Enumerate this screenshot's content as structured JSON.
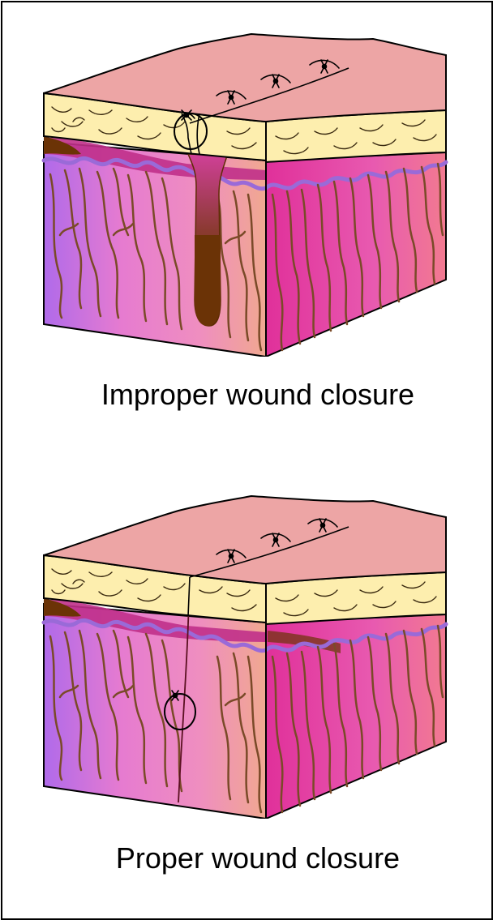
{
  "diagrams": [
    {
      "caption": "Improper wound closure",
      "variant": "improper",
      "sutures": 4,
      "highlight": "circle-at-surface"
    },
    {
      "caption": "Proper wound closure",
      "variant": "proper",
      "sutures": 4,
      "highlight": "circle-deep-stitch"
    }
  ],
  "colors": {
    "epidermis_top": "#eda5a5",
    "fat_layer": "#fdeeae",
    "dermis_pink": "#e67bd0",
    "dermis_magenta": "#e0309a",
    "dermis_peach": "#f0a890",
    "dermis_purple": "#b06aea",
    "basement_line": "#9a6ad8",
    "hair_lines": "#7a4a28",
    "wound_gap": "#6b3306",
    "outline": "#000000"
  }
}
